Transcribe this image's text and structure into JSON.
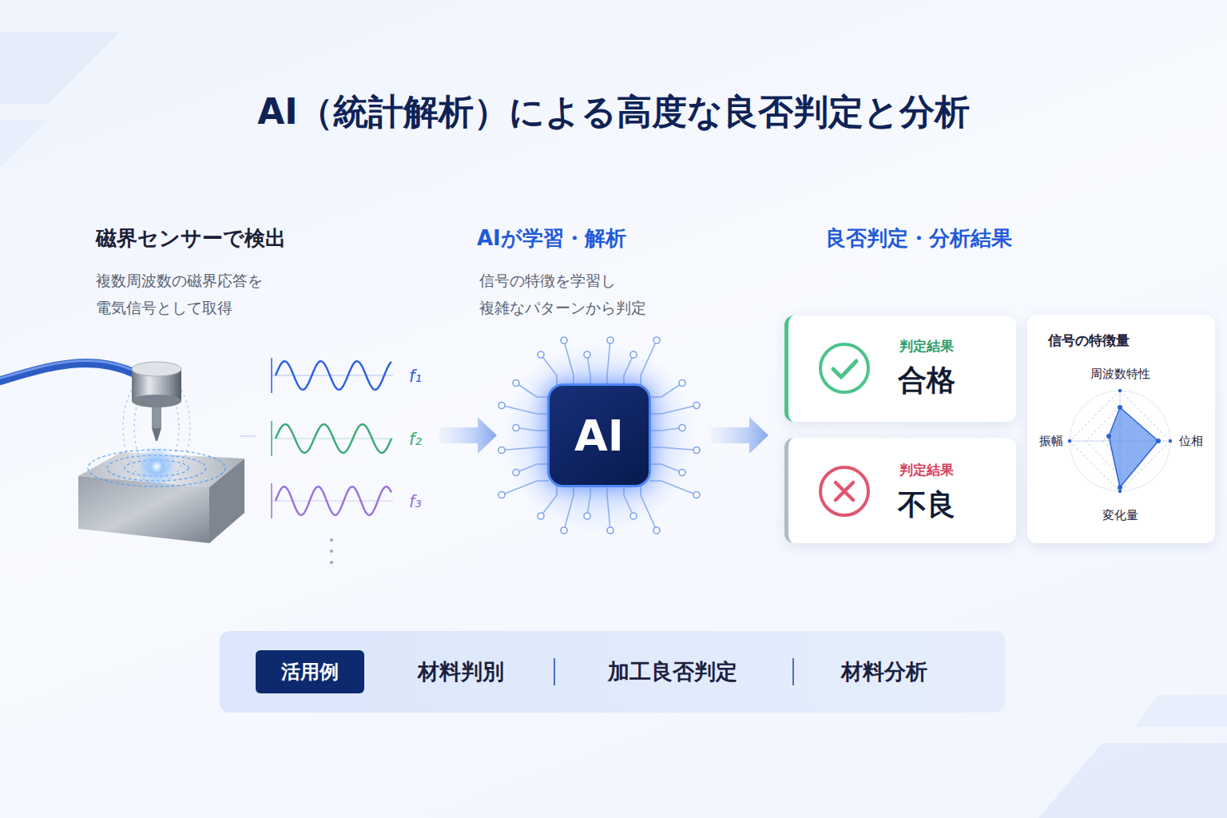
{
  "diagram": {
    "title": "AI（統計解析）による高度な良否判定と分析",
    "nodes": [
      {
        "text": [
          "AI"
        ]
      },
      {
        "text": [
          "判定結果",
          "合格"
        ]
      },
      {
        "text": [
          "判定結果",
          "不良"
        ]
      },
      {
        "text": [
          "信号の特徴量",
          "周波数特性",
          "振幅",
          "位相",
          "変化量"
        ]
      },
      {
        "text": [
          "材料判別",
          "加工良否判定",
          "材料分析"
        ]
      },
      {
        "text": [
          "活用例"
        ],
        "in": 4
      }
    ],
    "labels": [
      "磁界センサーで検出",
      "複数周波数の磁界応答を 電気信号として取得",
      "AIが学習・解析",
      "信号の特徴を学習し 複雑なパターンから判定",
      "良否判定・分析結果",
      "f₁",
      "f₂",
      "f₃"
    ]
  }
}
